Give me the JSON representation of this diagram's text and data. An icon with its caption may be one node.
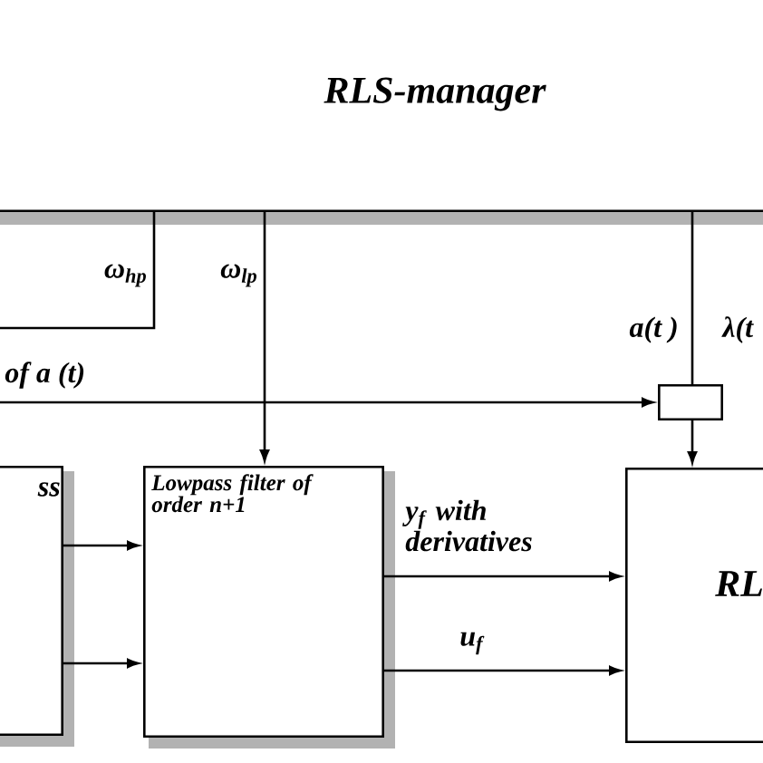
{
  "diagram": {
    "nodes": [
      {
        "text": [
          "RLS-manager"
        ]
      },
      {
        "text": [],
        "shape": "box"
      },
      {
        "text": [
          "ss"
        ]
      },
      {
        "text": [
          "Lowpass filter of order n+1"
        ]
      },
      {
        "text": [
          "RL"
        ]
      }
    ],
    "edges": [
      {
        "from": 0,
        "to": null,
        "arrow": "none",
        "label": "ω$_{hp}$"
      },
      {
        "from": 0,
        "to": 3,
        "arrow": "to",
        "label": "ω$_{lp}$"
      },
      {
        "from": null,
        "to": 1,
        "arrow": "to",
        "label": "of  a (t)"
      },
      {
        "from": 0,
        "to": 1,
        "arrow": "none",
        "label": "a(t )"
      },
      {
        "from": 1,
        "to": 4,
        "arrow": "to"
      },
      {
        "from": 2,
        "to": 3,
        "arrow": "to"
      },
      {
        "from": 2,
        "to": 3,
        "arrow": "to"
      },
      {
        "from": 3,
        "to": 4,
        "arrow": "to",
        "label": "y$_{f}$ with derivatives"
      },
      {
        "from": 3,
        "to": 4,
        "arrow": "to",
        "label": "u$_{f}$"
      }
    ],
    "labels": [
      "λ(t"
    ]
  }
}
